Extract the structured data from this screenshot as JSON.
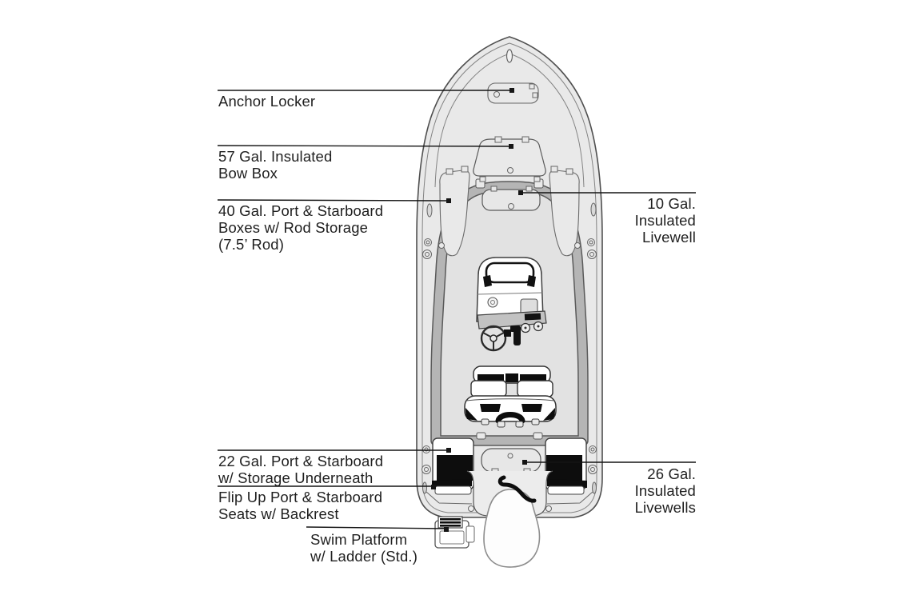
{
  "figure": {
    "type": "boat-deck-layout-diagram",
    "callouts": {
      "anchor_locker": "Anchor Locker",
      "bow_box": "57 Gal. Insulated\nBow Box",
      "rod_storage_boxes": "40 Gal. Port & Starboard\nBoxes w/ Rod Storage\n(7.5’ Rod)",
      "livewell_10": "10 Gal.\nInsulated\nLivewell",
      "stern_storage_22": "22 Gal. Port & Starboard\nw/ Storage Underneath",
      "flip_up_seats": "Flip Up Port & Starboard\nSeats w/ Backrest",
      "swim_platform": "Swim Platform\nw/ Ladder (Std.)",
      "livewells_26": "26 Gal.\nInsulated\nLivewells"
    },
    "colors": {
      "background": "#ffffff",
      "hull_fill": "#e9e9e9",
      "cockpit_fill": "#e2e2e2",
      "gunnel_band": "#b5b5b5",
      "outline": "#4f4f4f",
      "accent_black": "#0d0d0d",
      "leader_line": "#151515"
    }
  }
}
